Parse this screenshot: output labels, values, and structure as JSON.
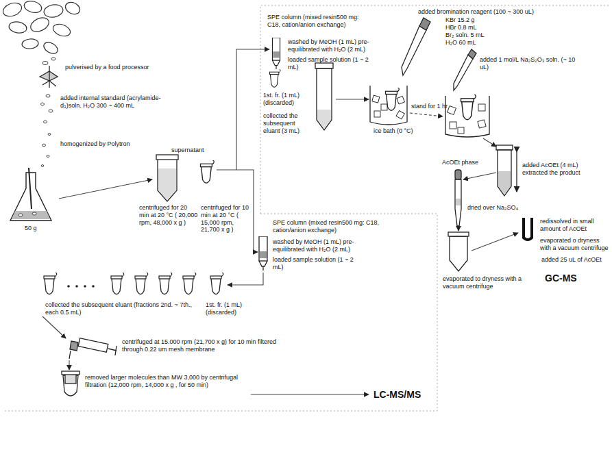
{
  "diagram": {
    "labels": [
      "pulverised by a food processor",
      "added internal standard (acrylamide-d₃)soln. H₂O 300 ~ 400 mL",
      "homogenized by Polytron",
      "supernatant",
      "centrifuged for 20 min at 20 °C ( 20,000 rpm, 48,000 x g )",
      "centrifuged for 10 min at 20 °C ( 15,000 rpm, 21,700 x g )",
      "50 g",
      "SPE column (mixed resin500 mg: C18, cation/anion exchange)",
      "washed by MeOH (1 mL) pre-equilibrated with H₂O (2 mL)",
      "loaded sample solution (1 ~ 2 mL)",
      "1st. fr. (1 mL) (discarded)",
      "collected the subsequent eluant (3 mL)",
      "added bromination reagent (100 ~ 300 uL)",
      "KBr 15.2 g",
      "HBr 0.8 mL",
      "Br₂ soln. 5 mL",
      "H₂O 60 mL",
      "stand for 1 hr",
      "ice bath (0 °C)",
      "added 1 mol/L Na₂S₂O₃ soln. (~ 10 uL)",
      "AcOEt phase",
      "added AcOEt (4 mL) extracted the product",
      "dried over Na₂SO₄",
      "evaporated to dryness with a vacuum centrifuge",
      "redissolved in small amount of AcOEt",
      "evaporated o dryness with a vacuum centrifuge",
      "added 25 uL of AcOEt",
      "GC-MS",
      "SPE column (mixed resin500 mg: C18, cation/anion exchange)",
      "washed by MeOH (1 mL) pre-equilibrated with H₂O (2 mL)",
      "loaded sample solution (1 ~ 2 mL)",
      "1st. fr. (1 mL) (discarded)",
      "collected the subsequent eluant (fractions 2nd. ~ 7th., each 0.5 mL)",
      "centrifuged at 15.000 rpm (21,700 x g) for 10 min filtered through 0.22 um mesh membrane",
      "removed larger molecules than MW 3,000 by centrifugal filtration (12,000 rpm, 14,000 x g , for 50 min)",
      "LC-MS/MS"
    ]
  }
}
